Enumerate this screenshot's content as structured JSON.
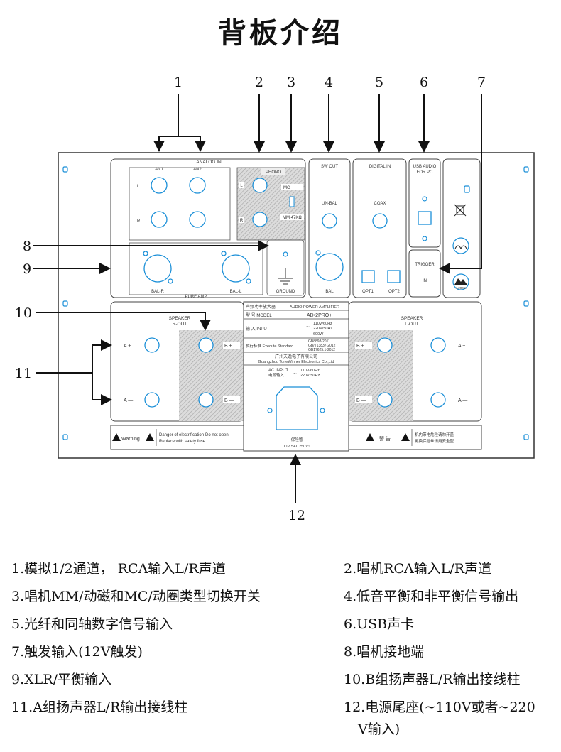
{
  "title": "背板介绍",
  "callouts": [
    "1",
    "2",
    "3",
    "4",
    "5",
    "6",
    "7",
    "8",
    "9",
    "10",
    "11",
    "12"
  ],
  "panel": {
    "analog_in": "ANALOG IN",
    "an1": "AN1",
    "an2": "AN2",
    "l": "L",
    "r": "R",
    "phono": "PHONO",
    "mc": "MC",
    "mm": "MM 47KΩ",
    "pure_amp": "PURE AMP",
    "bal_r": "BAL-R",
    "bal_l": "BAL-L",
    "ground": "GROUND",
    "sw_out": "SW OUT",
    "un_bal": "UN-BAL",
    "bal": "BAL",
    "digital_in": "DIGITAL IN",
    "coax": "COAX",
    "opt1": "OPT1",
    "opt2": "OPT2",
    "usb_audio": "USB AUDIO",
    "for_pc": "FOR PC",
    "trigger": "TRIGGER",
    "trigger_in": "IN",
    "speaker_r": "SPEAKER",
    "r_out": "R-OUT",
    "speaker_l": "SPEAKER",
    "l_out": "L-OUT",
    "a_plus": "A +",
    "a_minus": "A —",
    "b_plus": "B +",
    "b_minus": "B —",
    "label_name_cn": "声频功率放大器",
    "label_name_en": "AUDIO POWER AMPLIFIER",
    "label_model_key": "型 号 MODEL",
    "label_model_val": "AD•2PRO+",
    "label_input_key": "输 入 INPUT",
    "label_input_v1": "110V/60Hz",
    "label_input_v2": "220V/50Hz",
    "label_input_w": "600W",
    "label_std_key": "执行标准 Execute Standard",
    "label_std_1": "GB8898-2011",
    "label_std_2": "GB/T13837-2012",
    "label_std_3": "GB17625.1-2012",
    "label_maker_cn": "广州天逸电子有限公司",
    "label_maker_en": "Guangzhou ToneWinner Electronics Co.,Ltd",
    "ac_input": "AC INPUT",
    "ac_input_cn": "电源输入",
    "ac_v1": "110V/60Hz",
    "ac_v2": "220V/50Hz",
    "fuse_cn": "保险管",
    "fuse": "T12.5AL 250V~",
    "warning": "Warning",
    "warning_text_1": "Danger of electrification-Do not open",
    "warning_text_2": "Replace with safety fuse",
    "warn_cn": "警 告",
    "warn_cn_text_1": "机内带电危险请勿开盖",
    "warn_cn_text_2": "更换保险丝请用安全型",
    "temp_badge": "4,200m"
  },
  "legend": [
    "1.模拟1/2通道， RCA输入L/R声道",
    "2.唱机RCA输入L/R声道",
    "3.唱机MM/动磁和MC/动圈类型切换开关",
    "4.低音平衡和非平衡信号输出",
    "5.光纤和同轴数字信号输入",
    "6.USB声卡",
    "7.触发输入(12V触发)",
    "8.唱机接地端",
    "9.XLR/平衡输入",
    "10.B组扬声器L/R输出接线柱",
    "11.A组扬声器L/R输出接线柱",
    "12.电源尾座(~110V或者~220",
    "V输入)"
  ]
}
